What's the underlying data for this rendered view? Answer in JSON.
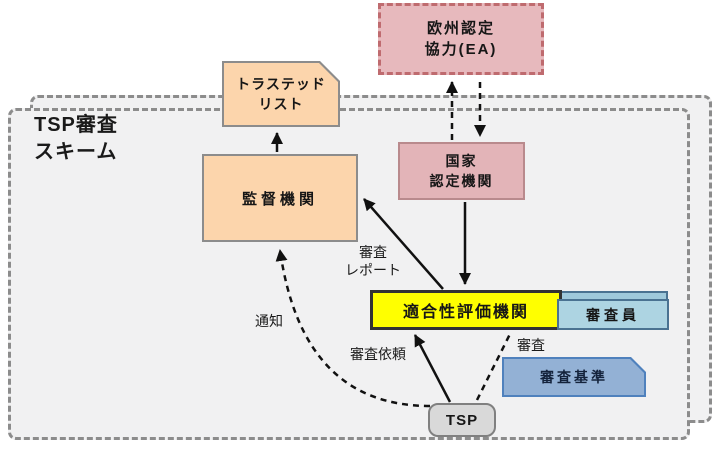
{
  "diagram": {
    "frame": {
      "title_line1": "TSP審査",
      "title_line2": "スキーム"
    },
    "nodes": {
      "ea": {
        "line1": "欧州認定",
        "line2": "協力(EA)"
      },
      "national_accreditation": {
        "line1": "国家",
        "line2": "認定機関"
      },
      "trusted_list": {
        "line1": "トラステッド",
        "line2": "リスト"
      },
      "supervisory_body": {
        "label": "監督機関"
      },
      "conformity_assessment_body": {
        "label": "適合性評価機関"
      },
      "auditor": {
        "label": "審査員"
      },
      "audit_criteria": {
        "label": "審査基準"
      },
      "tsp": {
        "label": "TSP"
      }
    },
    "edge_labels": {
      "audit_report_line1": "審査",
      "audit_report_line2": "レポート",
      "notification": "通知",
      "audit_request": "審査依頼",
      "audit": "審査"
    },
    "colors": {
      "frame_dash": "#8c8c8c",
      "frame_fill": "#f1f1f2",
      "pink_fill": "#e7b9bd",
      "pink_border": "#bf6b6f",
      "peach_fill": "#fcd5ac",
      "yellow_fill": "#ffff00",
      "lightblue_fill": "#add4e2",
      "blue_fill": "#93b1d5",
      "blue_border": "#4f81bd",
      "gray_fill": "#d9d9d9",
      "line_color": "#111111"
    }
  }
}
